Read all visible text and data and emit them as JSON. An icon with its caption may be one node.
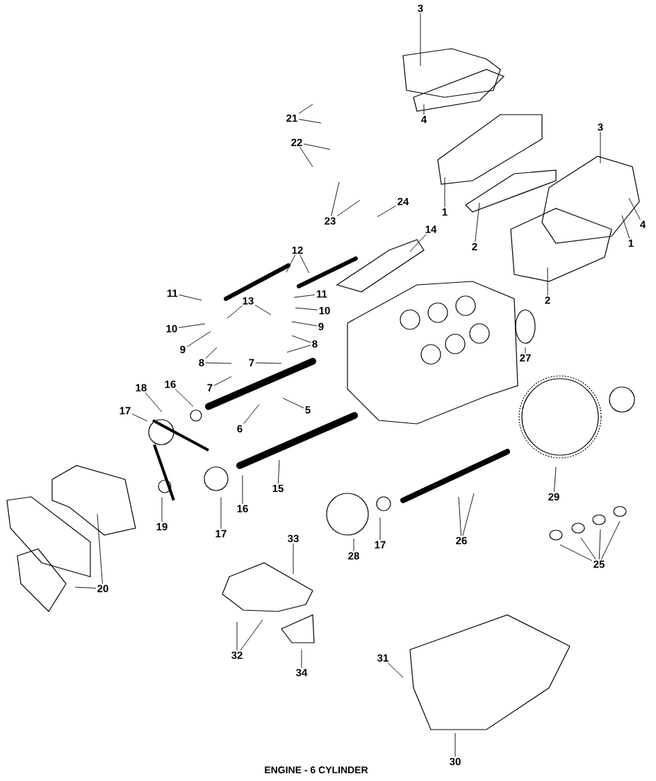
{
  "diagram": {
    "caption": "ENGINE - 6 CYLINDER",
    "nodes": [
      {
        "text": [
          "3"
        ]
      },
      {
        "text": [
          "4"
        ]
      },
      {
        "text": [
          "21"
        ]
      },
      {
        "text": [
          "22"
        ]
      },
      {
        "text": [
          "23"
        ]
      },
      {
        "text": [
          "24"
        ]
      },
      {
        "text": [
          "14"
        ]
      },
      {
        "text": [
          "3"
        ]
      },
      {
        "text": [
          "4"
        ]
      },
      {
        "text": [
          "1"
        ]
      },
      {
        "text": [
          "1"
        ]
      },
      {
        "text": [
          "2"
        ]
      },
      {
        "text": [
          "2"
        ]
      },
      {
        "text": [
          "12"
        ]
      },
      {
        "text": [
          "11"
        ]
      },
      {
        "text": [
          "11"
        ]
      },
      {
        "text": [
          "13"
        ]
      },
      {
        "text": [
          "10"
        ]
      },
      {
        "text": [
          "10"
        ]
      },
      {
        "text": [
          "9"
        ]
      },
      {
        "text": [
          "9"
        ]
      },
      {
        "text": [
          "8"
        ]
      },
      {
        "text": [
          "8"
        ]
      },
      {
        "text": [
          "7"
        ]
      },
      {
        "text": [
          "7"
        ]
      },
      {
        "text": [
          "16"
        ]
      },
      {
        "text": [
          "18"
        ]
      },
      {
        "text": [
          "17"
        ]
      },
      {
        "text": [
          "6"
        ]
      },
      {
        "text": [
          "5"
        ]
      },
      {
        "text": [
          "27"
        ]
      },
      {
        "text": [
          "15"
        ]
      },
      {
        "text": [
          "16"
        ]
      },
      {
        "text": [
          "17"
        ]
      },
      {
        "text": [
          "19"
        ]
      },
      {
        "text": [
          "20"
        ]
      },
      {
        "text": [
          "29"
        ]
      },
      {
        "text": [
          "26"
        ]
      },
      {
        "text": [
          "17"
        ]
      },
      {
        "text": [
          "28"
        ]
      },
      {
        "text": [
          "25"
        ]
      },
      {
        "text": [
          "33"
        ]
      },
      {
        "text": [
          "32"
        ]
      },
      {
        "text": [
          "34"
        ]
      },
      {
        "text": [
          "31"
        ]
      },
      {
        "text": [
          "30"
        ]
      }
    ],
    "edges": [
      {
        "from": 0,
        "to": null,
        "arrow": "none"
      },
      {
        "from": 1,
        "to": null,
        "arrow": "none"
      },
      {
        "from": 2,
        "to": null,
        "arrow": "none"
      },
      {
        "from": 2,
        "to": null,
        "arrow": "none"
      },
      {
        "from": 3,
        "to": null,
        "arrow": "none"
      },
      {
        "from": 3,
        "to": null,
        "arrow": "none"
      },
      {
        "from": 4,
        "to": null,
        "arrow": "none"
      },
      {
        "from": 4,
        "to": null,
        "arrow": "none"
      },
      {
        "from": 5,
        "to": null,
        "arrow": "none"
      },
      {
        "from": 6,
        "to": null,
        "arrow": "none"
      },
      {
        "from": 7,
        "to": null,
        "arrow": "none"
      },
      {
        "from": 8,
        "to": null,
        "arrow": "none"
      },
      {
        "from": 9,
        "to": null,
        "arrow": "none"
      },
      {
        "from": 10,
        "to": null,
        "arrow": "none"
      },
      {
        "from": 11,
        "to": null,
        "arrow": "none"
      },
      {
        "from": 12,
        "to": null,
        "arrow": "none"
      },
      {
        "from": 13,
        "to": null,
        "arrow": "none"
      },
      {
        "from": 13,
        "to": null,
        "arrow": "none"
      },
      {
        "from": 14,
        "to": null,
        "arrow": "none"
      },
      {
        "from": 15,
        "to": null,
        "arrow": "none"
      },
      {
        "from": 16,
        "to": null,
        "arrow": "none"
      },
      {
        "from": 16,
        "to": null,
        "arrow": "none"
      },
      {
        "from": 17,
        "to": null,
        "arrow": "none"
      },
      {
        "from": 18,
        "to": null,
        "arrow": "none"
      },
      {
        "from": 19,
        "to": null,
        "arrow": "none"
      },
      {
        "from": 20,
        "to": null,
        "arrow": "none"
      },
      {
        "from": 21,
        "to": null,
        "arrow": "none"
      },
      {
        "from": 21,
        "to": null,
        "arrow": "none"
      },
      {
        "from": 22,
        "to": null,
        "arrow": "none"
      },
      {
        "from": 22,
        "to": null,
        "arrow": "none"
      },
      {
        "from": 23,
        "to": null,
        "arrow": "none"
      },
      {
        "from": 24,
        "to": null,
        "arrow": "none"
      },
      {
        "from": 25,
        "to": null,
        "arrow": "none"
      },
      {
        "from": 26,
        "to": null,
        "arrow": "none"
      },
      {
        "from": 27,
        "to": null,
        "arrow": "none"
      },
      {
        "from": 28,
        "to": null,
        "arrow": "none"
      },
      {
        "from": 29,
        "to": null,
        "arrow": "none"
      },
      {
        "from": 30,
        "to": null,
        "arrow": "none"
      },
      {
        "from": 31,
        "to": null,
        "arrow": "none"
      },
      {
        "from": 32,
        "to": null,
        "arrow": "none"
      },
      {
        "from": 33,
        "to": null,
        "arrow": "none"
      },
      {
        "from": 34,
        "to": null,
        "arrow": "none"
      },
      {
        "from": 35,
        "to": null,
        "arrow": "none"
      },
      {
        "from": 35,
        "to": null,
        "arrow": "none"
      },
      {
        "from": 36,
        "to": null,
        "arrow": "none"
      },
      {
        "from": 37,
        "to": null,
        "arrow": "none"
      },
      {
        "from": 37,
        "to": null,
        "arrow": "none"
      },
      {
        "from": 38,
        "to": null,
        "arrow": "none"
      },
      {
        "from": 39,
        "to": null,
        "arrow": "none"
      },
      {
        "from": 40,
        "to": null,
        "arrow": "none"
      },
      {
        "from": 40,
        "to": null,
        "arrow": "none"
      },
      {
        "from": 40,
        "to": null,
        "arrow": "none"
      },
      {
        "from": 40,
        "to": null,
        "arrow": "none"
      },
      {
        "from": 41,
        "to": null,
        "arrow": "none"
      },
      {
        "from": 42,
        "to": null,
        "arrow": "none"
      },
      {
        "from": 42,
        "to": null,
        "arrow": "none"
      },
      {
        "from": 43,
        "to": null,
        "arrow": "none"
      },
      {
        "from": 44,
        "to": null,
        "arrow": "none"
      },
      {
        "from": 45,
        "to": null,
        "arrow": "none"
      }
    ]
  }
}
